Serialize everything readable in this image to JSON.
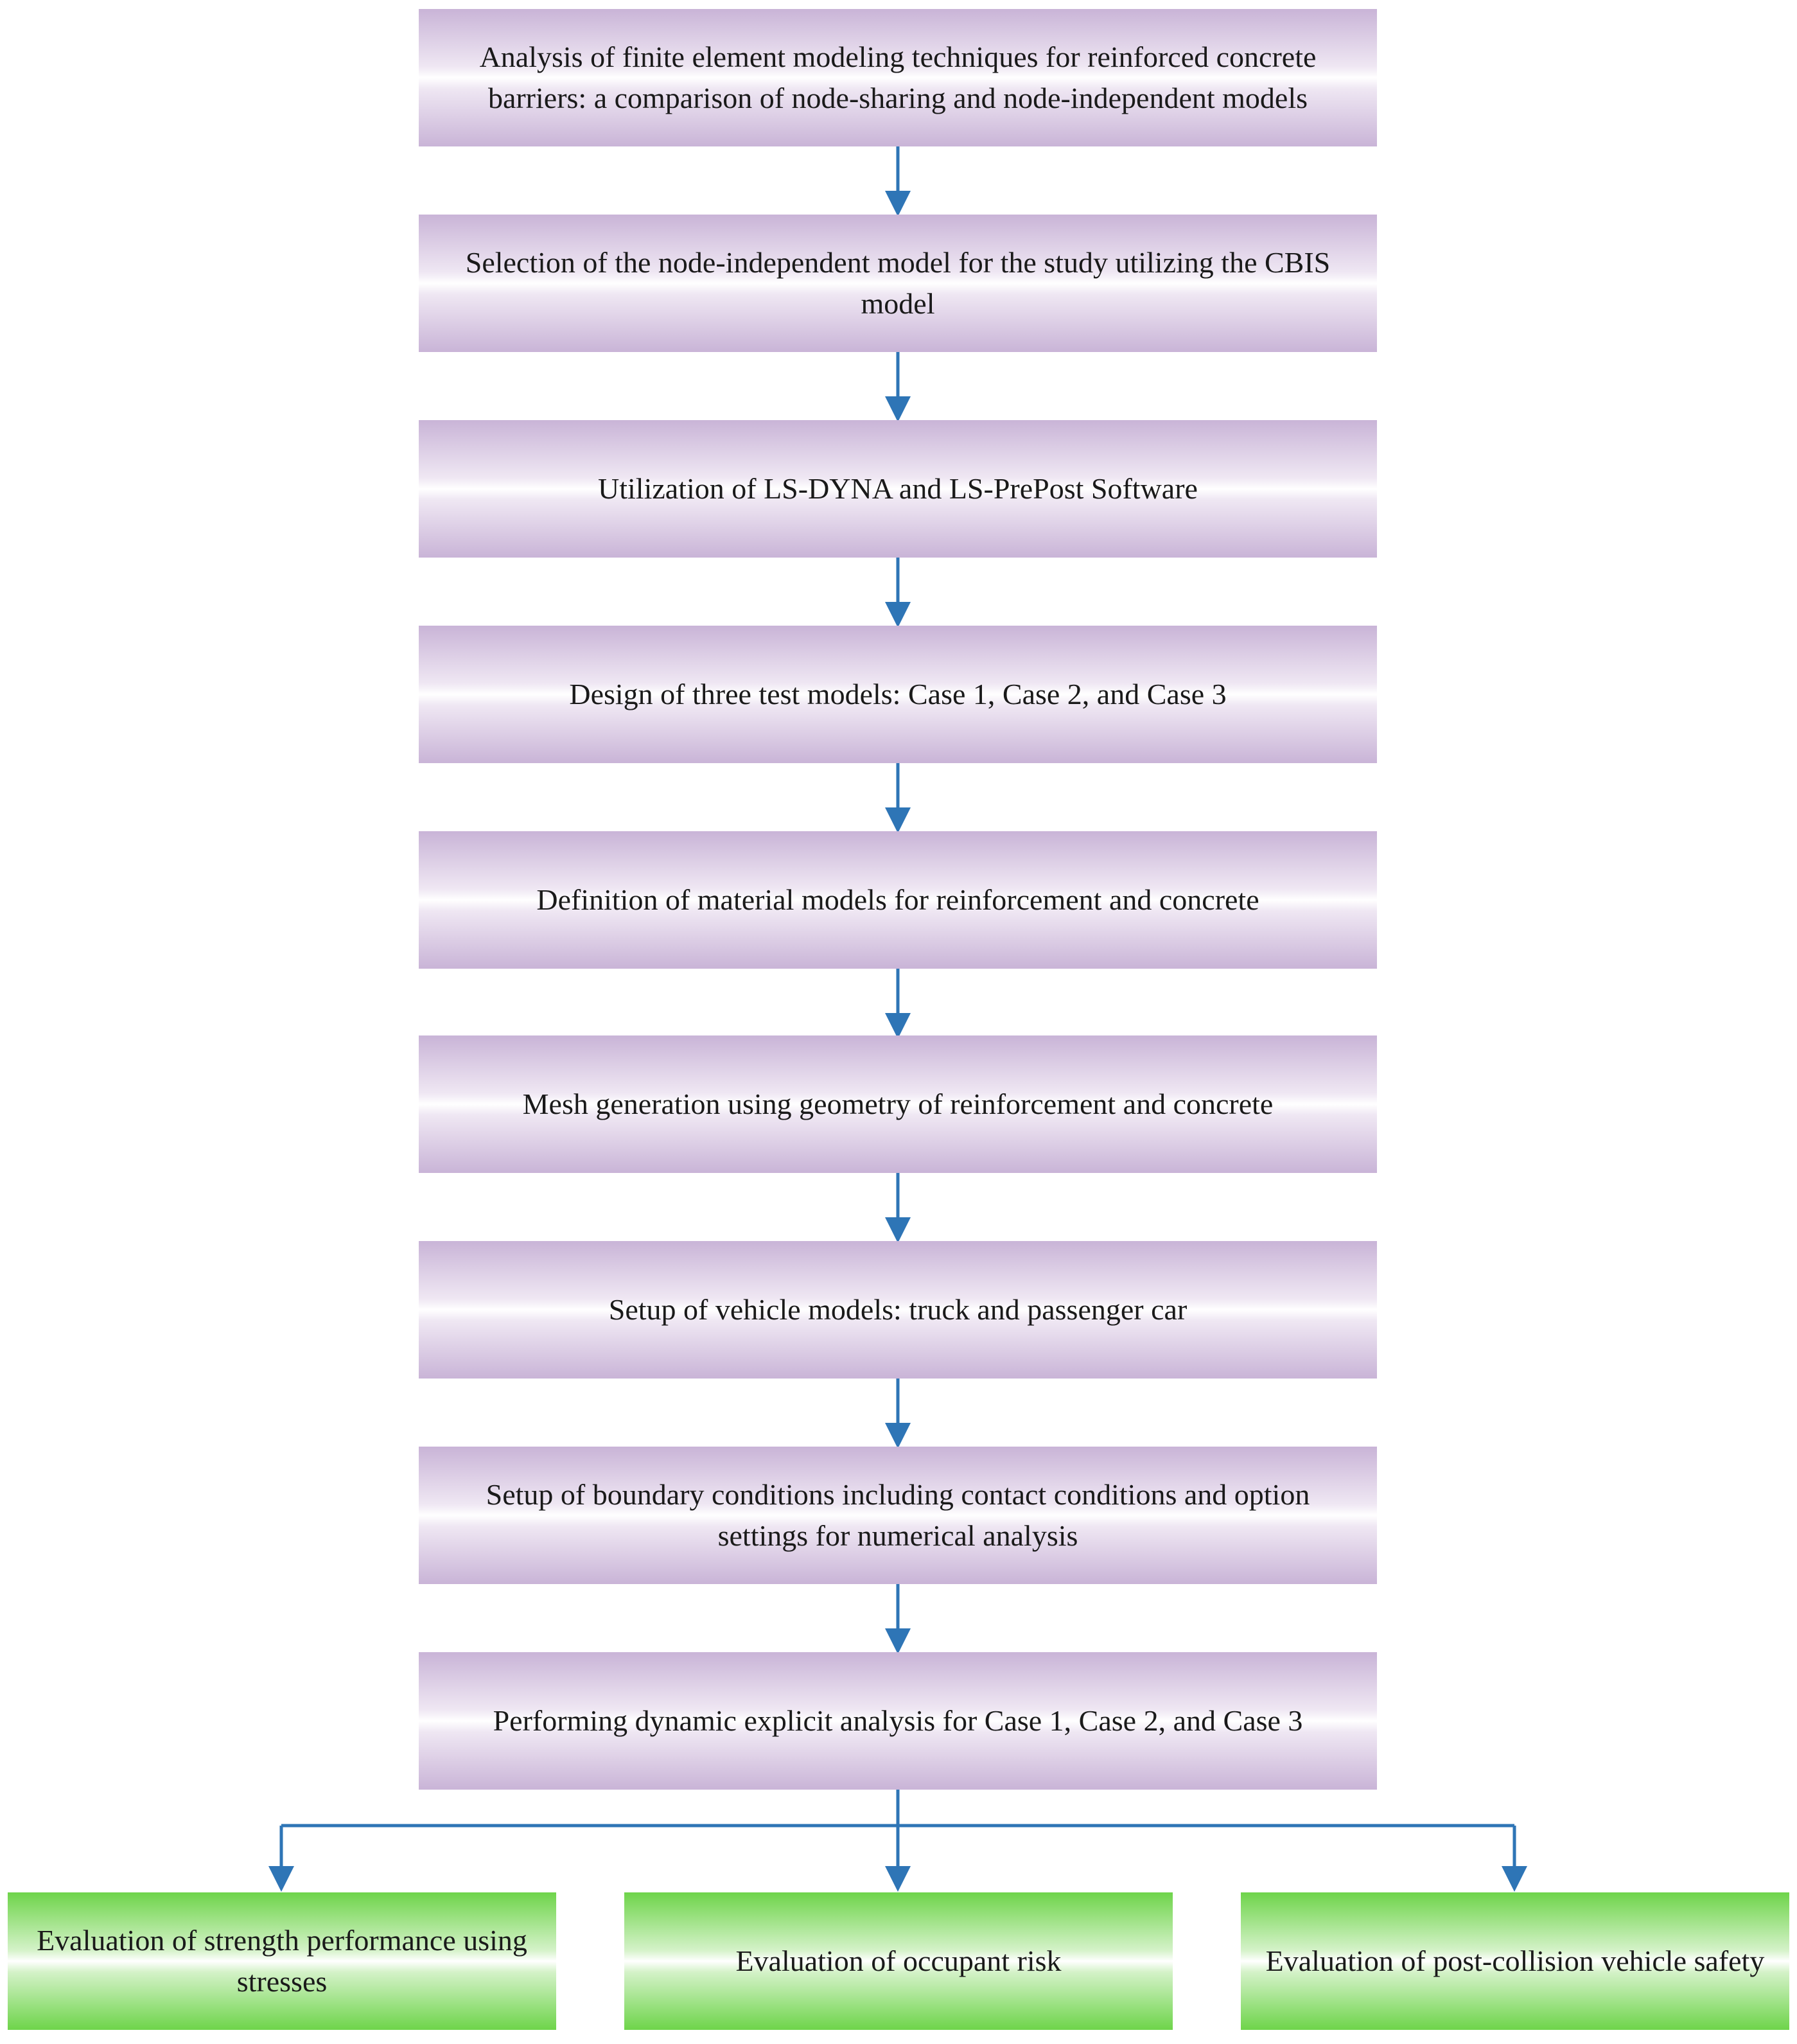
{
  "colors": {
    "arrow": "#2e75b6",
    "step_fill_edge": "#c9b4d7",
    "outcome_fill_edge": "#6ed44a"
  },
  "steps": [
    {
      "label": "Analysis of finite element modeling techniques for reinforced concrete barriers: a comparison of node-sharing and node-independent models"
    },
    {
      "label": "Selection of the node-independent model for the study utilizing the CBIS model"
    },
    {
      "label": "Utilization of LS-DYNA and LS-PrePost Software"
    },
    {
      "label": "Design of three test models: Case 1, Case 2, and Case 3"
    },
    {
      "label": "Definition of material models for reinforcement and concrete"
    },
    {
      "label": "Mesh generation using geometry of reinforcement and concrete"
    },
    {
      "label": "Setup of vehicle models: truck and passenger car"
    },
    {
      "label": "Setup of boundary conditions including contact conditions and option settings for numerical analysis"
    },
    {
      "label": "Performing dynamic explicit analysis for Case 1, Case 2, and Case 3"
    }
  ],
  "outcomes": [
    {
      "label": "Evaluation of strength performance using stresses"
    },
    {
      "label": "Evaluation of occupant risk"
    },
    {
      "label": "Evaluation of post-collision vehicle safety"
    }
  ]
}
